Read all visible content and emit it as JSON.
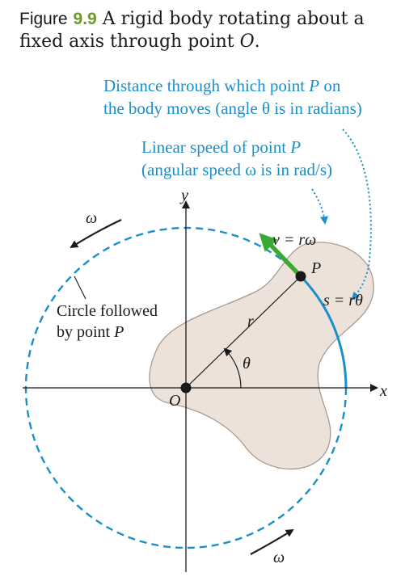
{
  "caption": {
    "figure_label": "Figure",
    "figure_number": "9.9",
    "text_line1": " A rigid body rotating about a",
    "text_line2_prefix": "fixed axis through point ",
    "text_line2_point": "O",
    "text_line2_suffix": "."
  },
  "annotations": {
    "distance_line1_prefix": "Distance through which point ",
    "distance_line1_point": "P",
    "distance_line1_suffix": " on",
    "distance_line2": "the body moves (angle θ is in radians)",
    "speed_line1_prefix": "Linear speed of point ",
    "speed_line1_point": "P",
    "speed_line2": "(angular speed ω is in rad/s)",
    "circle_line1": "Circle followed",
    "circle_line2_prefix": "by point ",
    "circle_line2_point": "P"
  },
  "labels": {
    "y_axis": "y",
    "x_axis": "x",
    "origin": "O",
    "point": "P",
    "radius": "r",
    "angle": "θ",
    "omega_top": "ω",
    "omega_bottom": "ω",
    "v_eq": "v = rω",
    "s_eq": "s = rθ"
  },
  "colors": {
    "blue": "#1a8fc9",
    "green": "#3aaa35",
    "body_fill": "#ede2da",
    "body_stroke": "#a89a90",
    "caption_number": "#6a9a2a"
  }
}
